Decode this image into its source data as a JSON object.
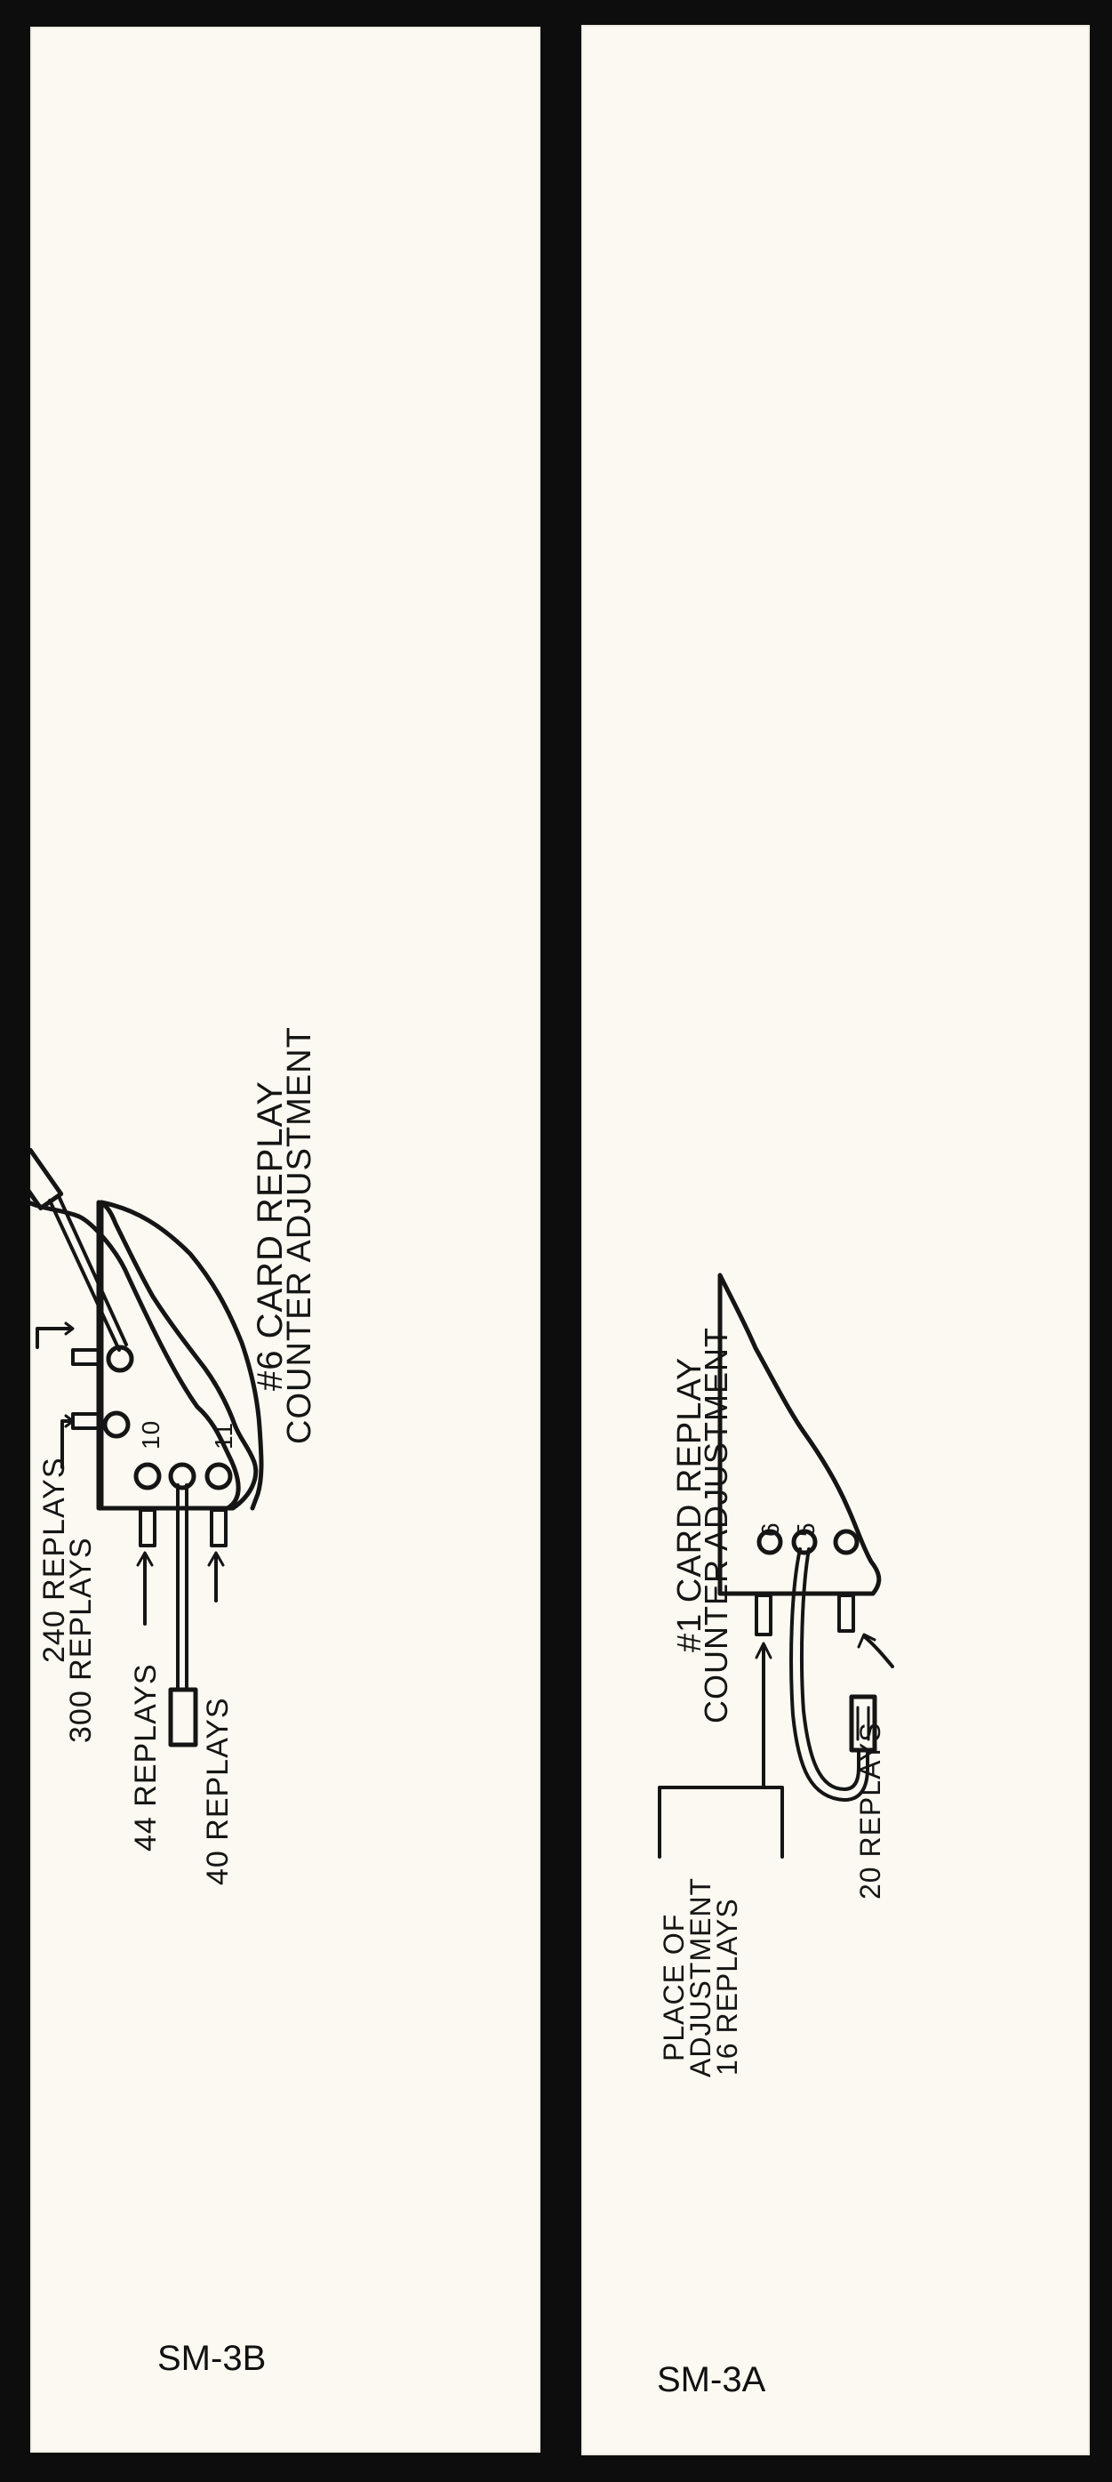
{
  "sheets": {
    "left": {
      "code": "SM-3B",
      "title_line1": "#6 CARD REPLAY",
      "title_line2": "COUNTER ADJUSTMENT",
      "hole_10": "10",
      "hole_11": "11",
      "label_240": "240 REPLAYS",
      "label_300": "300 REPLAYS",
      "label_44": "44 REPLAYS",
      "label_40": "40 REPLAYS"
    },
    "right": {
      "code": "SM-3A",
      "title_line1": "#1 CARD REPLAY",
      "title_line2": "COUNTER ADJUSTMENT",
      "hole_6": "6",
      "hole_5": "5",
      "label_place1": "PLACE OF",
      "label_place2": "ADJUSTMENT",
      "label_16": "16 REPLAYS",
      "label_20": "20 REPLAYS"
    }
  },
  "colors": {
    "background": "#0d0d0d",
    "card": "#fbf9f1",
    "ink": "#151515"
  }
}
